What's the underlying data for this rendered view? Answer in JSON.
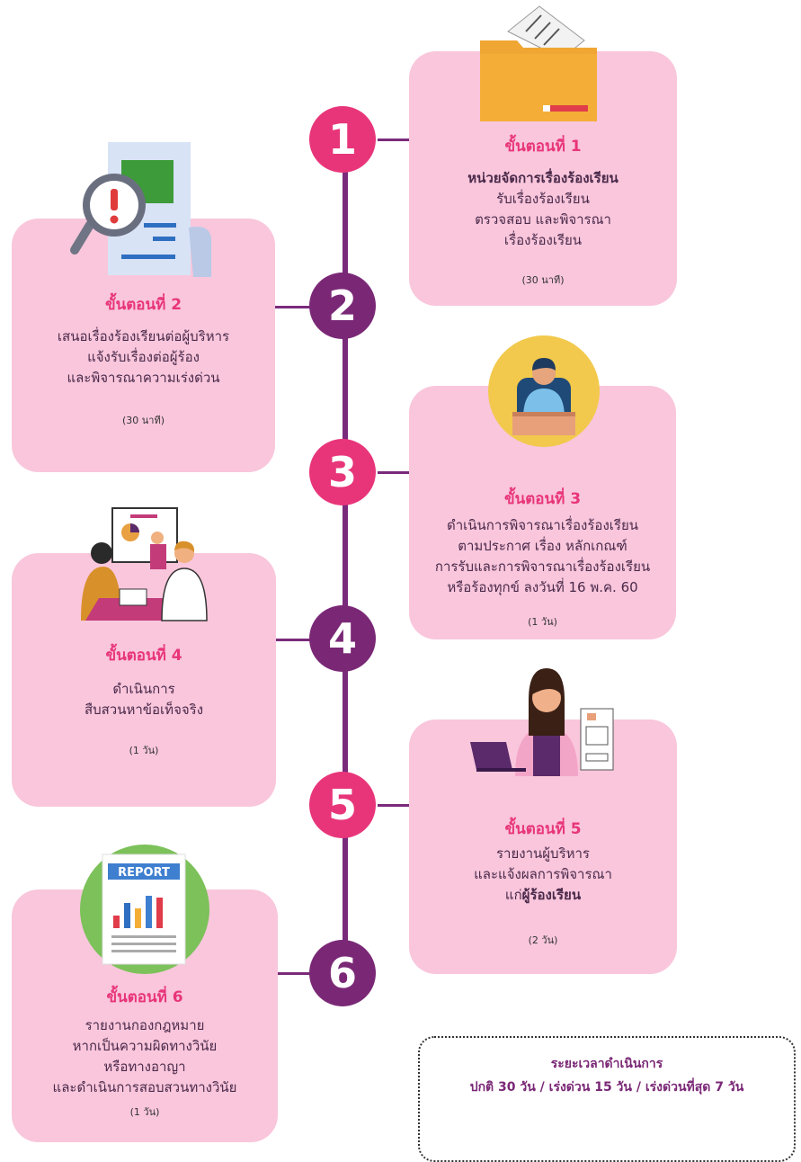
{
  "steps": [
    {
      "number": "1",
      "title": "ขั้นตอนที่ 1",
      "bold_line": "หน่วยจัดการเรื่องร้องเรียน",
      "lines": [
        "รับเรื่องร้องเรียน",
        "ตรวจสอบ และพิจารณา",
        "เรื่องร้องเรียน"
      ],
      "duration": "(30 นาที)"
    },
    {
      "number": "2",
      "title": "ขั้นตอนที่ 2",
      "lines": [
        "เสนอเรื่องร้องเรียนต่อผู้บริหาร",
        "แจ้งรับเรื่องต่อผู้ร้อง",
        "และพิจารณาความเร่งด่วน"
      ],
      "duration": "(30 นาที)"
    },
    {
      "number": "3",
      "title": "ขั้นตอนที่ 3",
      "lines": [
        "ดำเนินการพิจารณาเรื่องร้องเรียน",
        "ตามประกาศ เรื่อง หลักเกณฑ์",
        "การรับและการพิจารณาเรื่องร้องเรียน",
        "หรือร้องทุกข์ ลงวันที่ 16 พ.ค. 60"
      ],
      "duration": "(1 วัน)"
    },
    {
      "number": "4",
      "title": "ขั้นตอนที่ 4",
      "lines": [
        "ดำเนินการ",
        "สืบสวนหาข้อเท็จจริง"
      ],
      "duration": "(1 วัน)"
    },
    {
      "number": "5",
      "title": "ขั้นตอนที่ 5",
      "lines": [
        "รายงานผู้บริหาร",
        "และแจ้งผลการพิจารณา"
      ],
      "last_prefix": "แก่",
      "last_bold": "ผู้ร้องเรียน",
      "duration": "(2 วัน)"
    },
    {
      "number": "6",
      "title": "ขั้นตอนที่ 6",
      "lines": [
        "รายงานกองกฎหมาย",
        "หากเป็นความผิดทางวินัย",
        "หรือทางอาญา",
        "และดำเนินการสอบสวนทางวินัย"
      ],
      "duration": "(1 วัน)"
    }
  ],
  "report_label": "REPORT",
  "summary": {
    "heading": "ระยะเวลาดำเนินการ",
    "text": "ปกติ 30 วัน / เร่งด่วน 15 วัน / เร่งด่วนที่สุด 7 วัน"
  },
  "colors": {
    "pink_accent": "#e8357a",
    "purple": "#7a2876",
    "card_bg": "#f9c6dc"
  }
}
